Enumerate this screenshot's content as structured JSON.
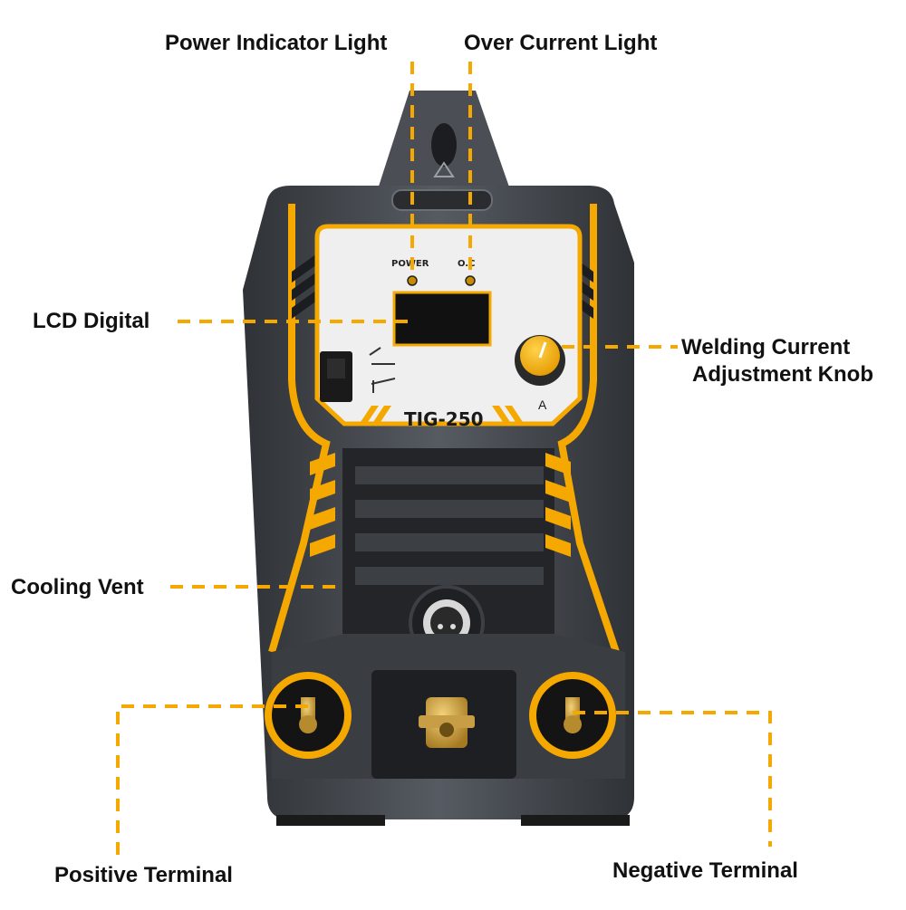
{
  "callouts": {
    "power_indicator": "Power Indicator Light",
    "over_current": "Over Current Light",
    "lcd_digital": "LCD Digital",
    "welding_current_line1": "Welding Current",
    "welding_current_line2": "Adjustment Knob",
    "cooling_vent": "Cooling Vent",
    "positive_terminal": "Positive Terminal",
    "negative_terminal": "Negative Terminal"
  },
  "panel": {
    "power_label": "POWER",
    "oc_label": "O.C",
    "model": "TIG-250",
    "knob_unit": "A"
  },
  "colors": {
    "accent": "#f5a800",
    "body_dark": "#3d4146",
    "body_mid": "#5a5f66",
    "panel_white": "#efefef"
  }
}
